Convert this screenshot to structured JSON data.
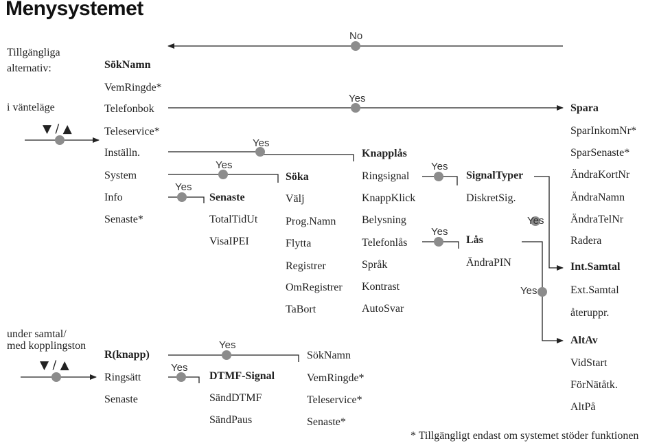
{
  "title": "Menysystemet",
  "left_labels": {
    "available_1": "Tillgängliga",
    "available_2": "alternativ:",
    "standby": "i vänteläge",
    "during_call_1": "under samtal/",
    "during_call_2": "med kopplingston",
    "nav_keys": "▼ / ▲"
  },
  "connector": {
    "yes": "Yes",
    "no": "No"
  },
  "standby_menu": [
    "SökNamn",
    "VemRingde*",
    "Telefonbok",
    "Teleservice*",
    "Inställn.",
    "System",
    "Info",
    "Senaste*"
  ],
  "senaste_menu": [
    "Senaste",
    "TotalTidUt",
    "VisaIPEI"
  ],
  "soka_menu": [
    "Söka",
    "Välj",
    "Prog.Namn",
    "Flytta",
    "Registrer",
    "OmRegistrer",
    "TaBort"
  ],
  "knapplas_menu": [
    "Knapplås",
    "Ringsignal",
    "KnappKlick",
    "Belysning",
    "Telefonlås",
    "Språk",
    "Kontrast",
    "AutoSvar"
  ],
  "signaltyper_menu": [
    "SignalTyper",
    "DiskretSig."
  ],
  "las_menu": [
    "Lås",
    "ÄndraPIN"
  ],
  "spara_menu": [
    "Spara",
    "SparInkomNr*",
    "SparSenaste*",
    "ÄndraKortNr",
    "ÄndraNamn",
    "ÄndraTelNr",
    "Radera"
  ],
  "intsamtal_menu": [
    "Int.Samtal",
    "Ext.Samtal",
    "återuppr."
  ],
  "altav_menu": [
    "AltAv",
    "VidStart",
    "FörNätåtk.",
    "AltPå"
  ],
  "call_menu": [
    "R(knapp)",
    "Ringsätt",
    "Senaste"
  ],
  "dtmf_menu": [
    "DTMF-Signal",
    "SändDTMF",
    "SändPaus"
  ],
  "search_call_menu": [
    "SökNamn",
    "VemRingde*",
    "Teleservice*",
    "Senaste*"
  ],
  "footnote": "* Tillgängligt endast om systemet stöder funktionen",
  "colors": {
    "line": "#222222",
    "dot": "#8c8c8c",
    "text": "#222222"
  }
}
